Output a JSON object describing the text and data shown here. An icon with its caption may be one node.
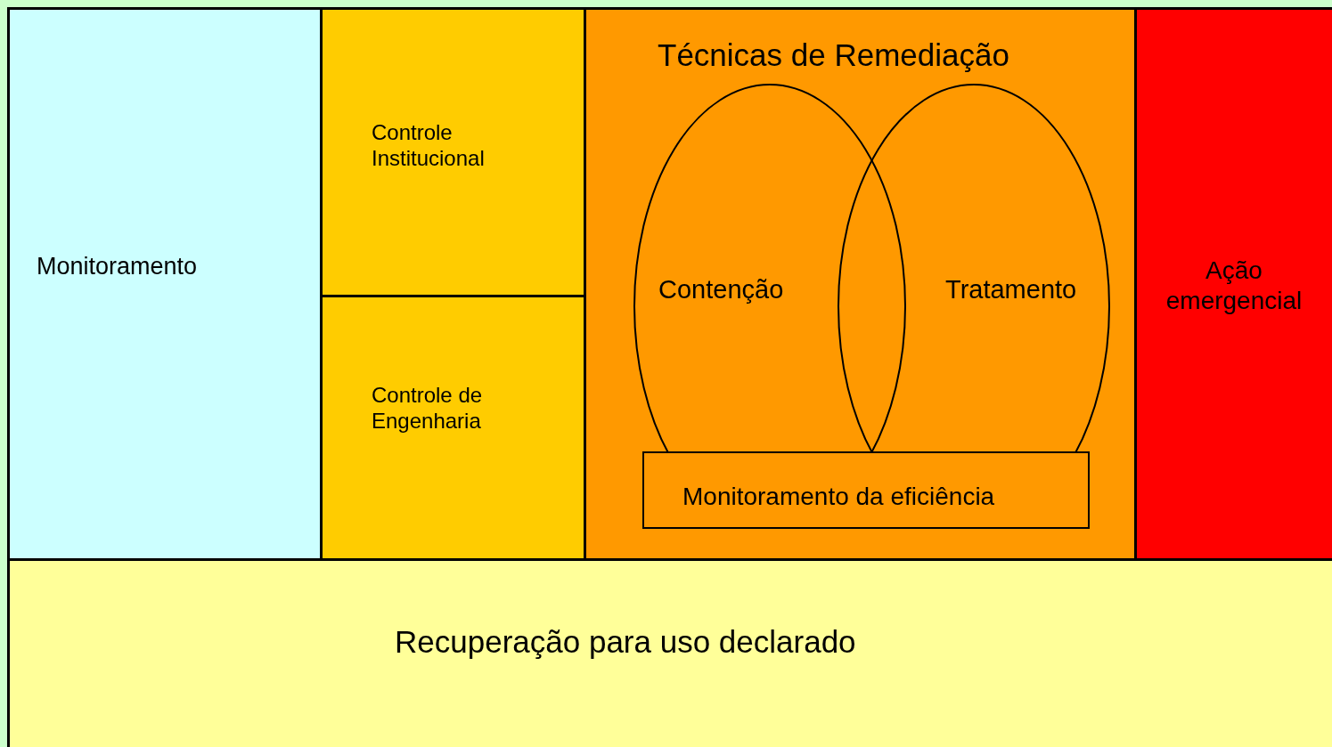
{
  "diagram": {
    "nodes": [
      {
        "text": [
          "Monitoramento"
        ]
      },
      {
        "text": [
          "Controle Institucional"
        ]
      },
      {
        "text": [
          "Controle de Engenharia"
        ]
      },
      {
        "text": [
          "Técnicas de Remediação"
        ]
      },
      {
        "text": [
          "Contenção"
        ],
        "in": 3
      },
      {
        "text": [
          "Tratamento"
        ],
        "in": 3
      },
      {
        "text": [
          "Monitoramento da eficiência"
        ],
        "in": 3
      },
      {
        "text": [
          "Ação emergencial"
        ]
      },
      {
        "text": [
          "Recuperação para uso declarado"
        ]
      }
    ]
  }
}
